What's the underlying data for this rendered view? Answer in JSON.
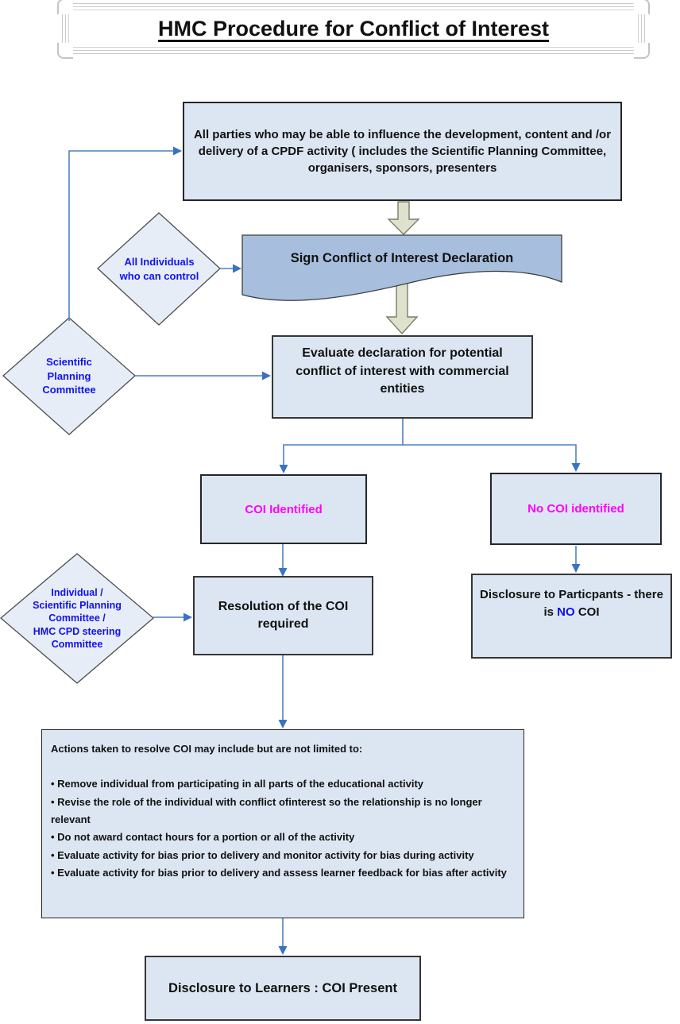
{
  "title": "HMC Procedure for Conflict of Interest",
  "colors": {
    "node_fill": "#dce6f2",
    "diamond_fill": "#e6edf7",
    "document_fill": "#a7bedd",
    "block_arrow_fill": "#dee1cb",
    "connector_blue": "#4f81bd",
    "magenta_text": "#ff00ff",
    "blue_text": "#1111ee",
    "border_dark": "#262626"
  },
  "nodes": {
    "all_parties": {
      "text": "All parties who may be able to  influence the development, content and /or delivery  of a CPDF activity ( includes the Scientific Planning Committee, organisers, sponsors, presenters"
    },
    "sign_declaration": {
      "text": "Sign Conflict of Interest Declaration"
    },
    "evaluate": {
      "text": "Evaluate declaration for potential conflict of interest with commercial entities"
    },
    "coi_identified": {
      "text": "COI Identified"
    },
    "no_coi": {
      "text": "No COI identified"
    },
    "resolution": {
      "text": "Resolution of the COI required"
    },
    "disclosure_participants": {
      "part1": "Disclosure to Particpants - there is",
      "highlight": "NO",
      "part2": "COI"
    },
    "actions": {
      "intro": "Actions taken to resolve COI may include but are not limited to:",
      "bullets": [
        "• Remove individual from participating in all parts of the educational activity",
        "• Revise the role of the individual with conflict ofinterest so the relationship is no longer relevant",
        "• Do not award contact hours for a portion or all of the activity",
        "• Evaluate activity for bias prior to delivery and monitor activity for bias during activity",
        "• Evaluate activity for bias prior to delivery and assess learner feedback for bias after activity"
      ]
    },
    "disclosure_learners": {
      "text": "Disclosure to Learners : COI Present"
    }
  },
  "diamonds": {
    "all_individuals": {
      "lines": [
        "All Individuals",
        "who can control"
      ]
    },
    "spc": {
      "lines": [
        "Scientific",
        "Planning",
        "Committee"
      ]
    },
    "individual_spc_hmc": {
      "lines": [
        "Individual /",
        "Scientific Planning",
        "Committee /",
        "HMC CPD steering",
        "Committee"
      ]
    }
  }
}
